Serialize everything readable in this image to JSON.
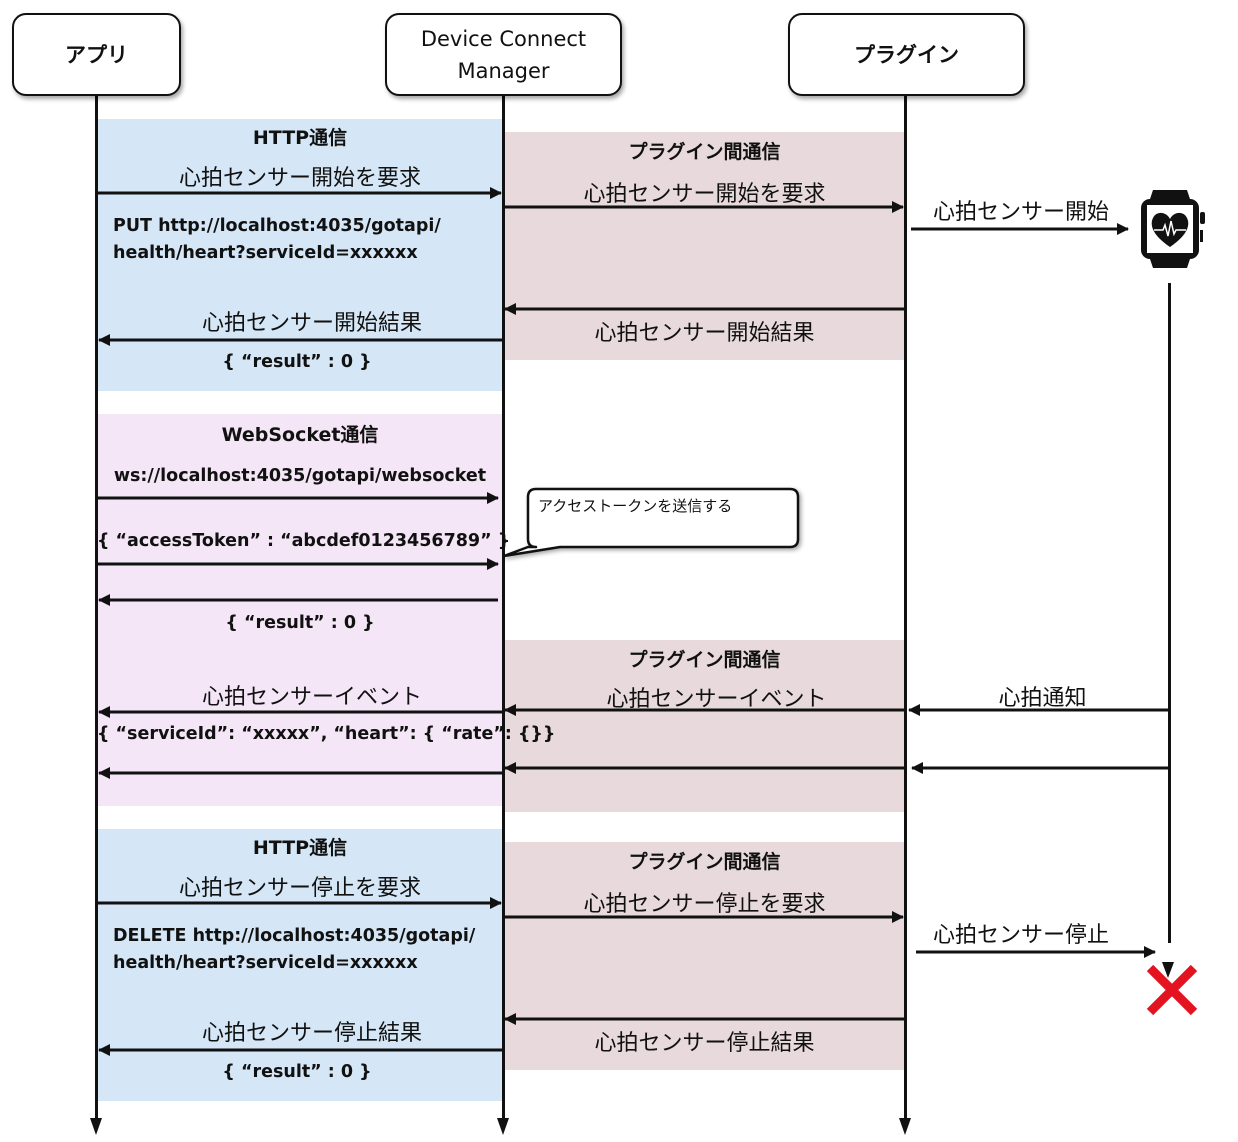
{
  "participants": {
    "app": "アプリ",
    "manager_line1": "Device Connect",
    "manager_line2": "Manager",
    "plugin": "プラグイン"
  },
  "sections": {
    "start": {
      "http_title": "HTTP通信",
      "plugin_title": "プラグイン間通信",
      "request_app": "心拍センサー開始を要求",
      "request_url_line1": "PUT http://localhost:4035/gotapi/",
      "request_url_line2": "health/heart?serviceId=xxxxxx",
      "request_plugin": "心拍センサー開始を要求",
      "device_start": "心拍センサー開始",
      "result_plugin": "心拍センサー開始結果",
      "result_app": "心拍センサー開始結果",
      "result_body": "{ “result” : 0 }"
    },
    "websocket": {
      "title": "WebSocket通信",
      "connect_url": "ws://localhost:4035/gotapi/websocket",
      "token_body": "{ “accessToken” : “abcdef0123456789” }",
      "callout": "アクセストークンを送信する",
      "result_body": "{ “result” : 0 }"
    },
    "event": {
      "plugin_title": "プラグイン間通信",
      "event_app": "心拍センサーイベント",
      "event_body": "{ “serviceId”: “xxxxx”, “heart”: { “rate”: {}}",
      "event_plugin": "心拍センサーイベント",
      "device_notify": "心拍通知"
    },
    "stop": {
      "http_title": "HTTP通信",
      "plugin_title": "プラグイン間通信",
      "request_app": "心拍センサー停止を要求",
      "request_url_line1": "DELETE http://localhost:4035/gotapi/",
      "request_url_line2": "health/heart?serviceId=xxxxxx",
      "request_plugin": "心拍センサー停止を要求",
      "device_stop": "心拍センサー停止",
      "result_plugin": "心拍センサー停止結果",
      "result_app": "心拍センサー停止結果",
      "result_body": "{ “result” : 0 }"
    }
  },
  "icons": {
    "device": "smartwatch-heart-icon",
    "terminate": "red-x-icon"
  },
  "colors": {
    "http_bg": "#d5e7f6",
    "websocket_bg": "#f4e6f6",
    "plugin_bg": "#e7d9dc",
    "terminate": "#e3141f"
  }
}
